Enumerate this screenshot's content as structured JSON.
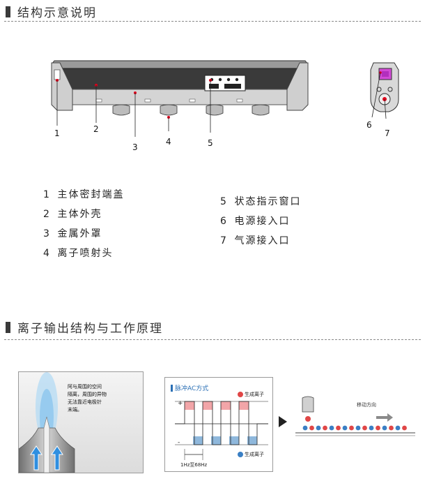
{
  "section1": {
    "title": "结构示意说明"
  },
  "callouts": [
    "1",
    "2",
    "3",
    "4",
    "5",
    "6",
    "7"
  ],
  "legend_left": [
    {
      "num": "1",
      "label": "主体密封端盖"
    },
    {
      "num": "2",
      "label": "主体外壳"
    },
    {
      "num": "3",
      "label": "金属外罩"
    },
    {
      "num": "4",
      "label": "离子喷射头"
    }
  ],
  "legend_right": [
    {
      "num": "5",
      "label": "状态指示窗口"
    },
    {
      "num": "6",
      "label": "电源接入口"
    },
    {
      "num": "7",
      "label": "气源接入口"
    }
  ],
  "section2": {
    "title": "离子输出结构与工作原理"
  },
  "nozzle_note": [
    "阿与周围的空间",
    "隔离，周围的异物",
    "无法靠近电极针",
    "末端。"
  ],
  "ac_panel": {
    "title": "脉冲AC方式",
    "plus_sign": "+",
    "minus_sign": "-",
    "positive_ion": "生成离子",
    "negative_ion": "生成离子",
    "freq": "1Hz至68Hz",
    "move_dir": "移动方向",
    "colors": {
      "positive": "#f2a5a8",
      "negative": "#8fb8dc",
      "title_bar": "#2a6fb5"
    }
  }
}
